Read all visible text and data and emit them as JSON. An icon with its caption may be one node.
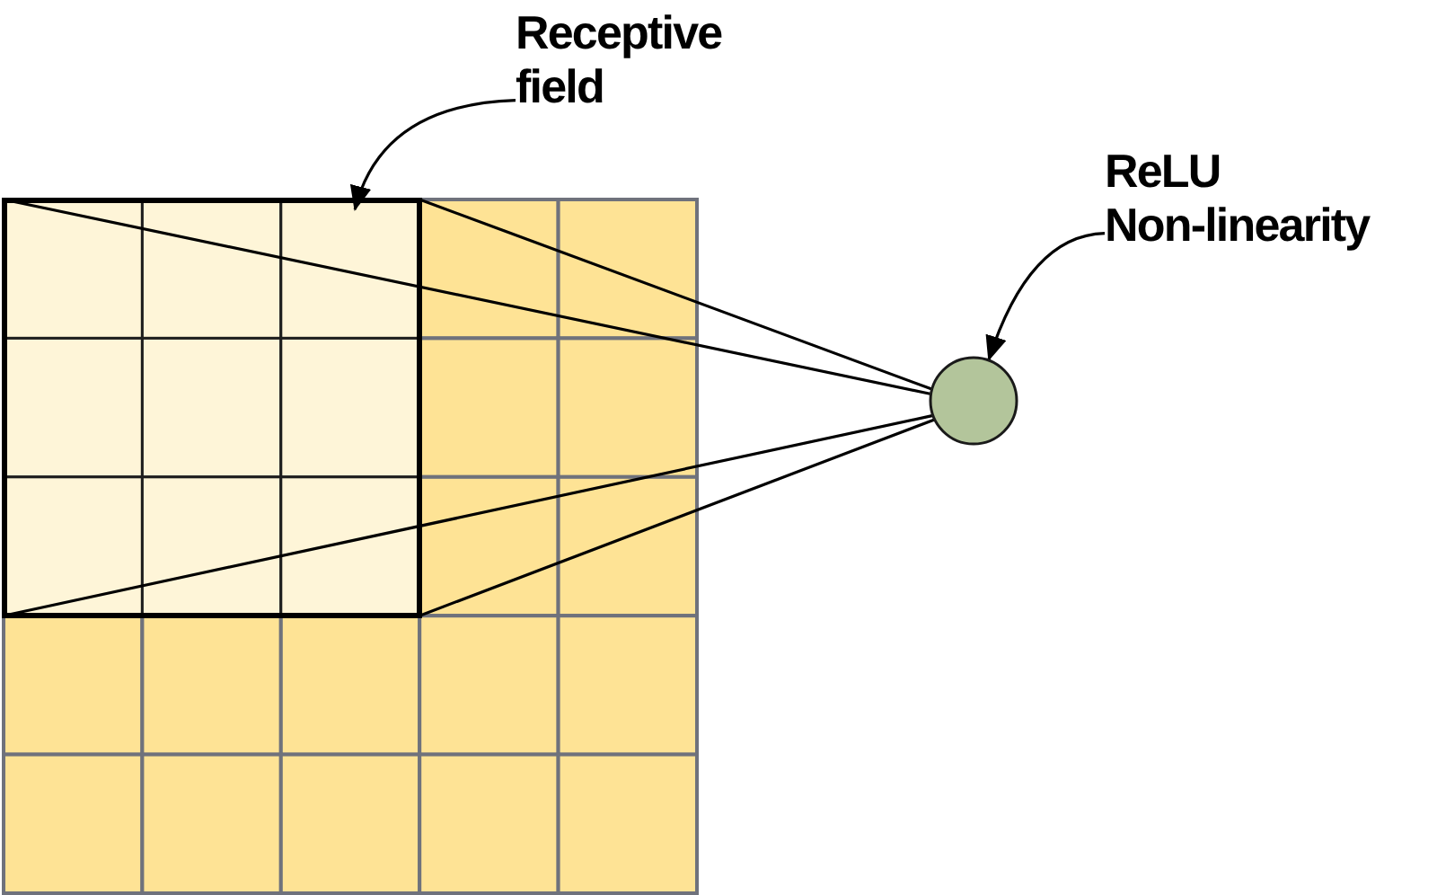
{
  "diagram": {
    "nodes": [
      {
        "text": [
          "Receptive field"
        ]
      },
      {
        "text": [],
        "shape": "box"
      },
      {
        "text": [
          "ReLU Non-linearity"
        ]
      },
      {
        "text": [],
        "shape": "circle"
      }
    ],
    "edges": [
      {
        "from": 0,
        "to": 1,
        "arrow": "to"
      },
      {
        "from": 2,
        "to": 3,
        "arrow": "to"
      },
      {
        "from": 1,
        "to": 3,
        "arrow": "none"
      },
      {
        "from": 1,
        "to": 3,
        "arrow": "none"
      },
      {
        "from": 1,
        "to": 3,
        "arrow": "none"
      },
      {
        "from": 1,
        "to": 3,
        "arrow": "none"
      }
    ]
  }
}
